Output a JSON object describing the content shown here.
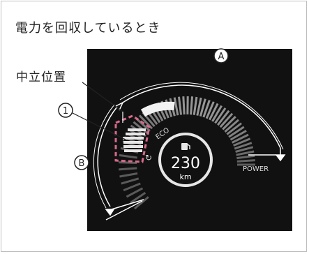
{
  "title": "電力を回収しているとき",
  "callout_neutral": "中立位置",
  "marker_a": "A",
  "marker_b": "B",
  "marker_1": "1",
  "gauge": {
    "eco_label": "ECO",
    "power_label": "POWER",
    "range_value": "230",
    "range_unit": "km",
    "fuel_icon": "fuel-pump-icon"
  },
  "colors": {
    "panel": "#111111",
    "highlight": "#d9698a",
    "arc": "#ffffff"
  }
}
